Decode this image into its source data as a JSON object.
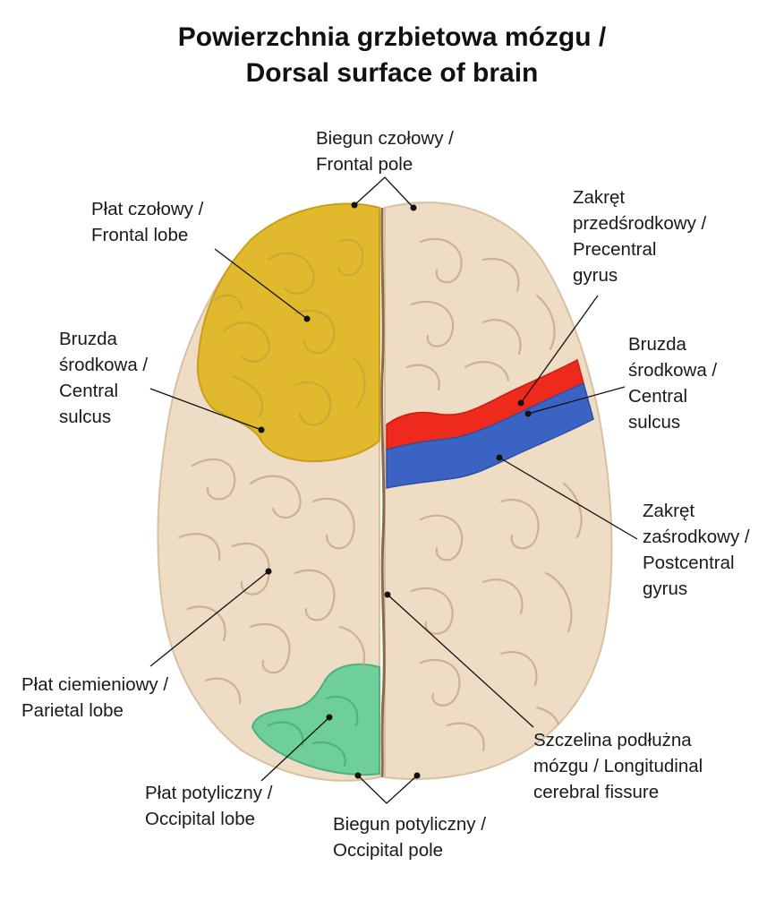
{
  "title": {
    "line1": "Powierzchnia grzbietowa mózgu /",
    "line2": "Dorsal surface of brain"
  },
  "colors": {
    "hemisphere": "#eedcc4",
    "frontal_lobe": "#e1b92c",
    "occipital_lobe": "#6fcf9b",
    "precentral_gyrus": "#ee2a1c",
    "postcentral_gyrus": "#3a63c4",
    "gyri_lines": "#c9ac8e",
    "leader_lines": "#111111"
  },
  "labels": {
    "frontal_pole": {
      "l1": "Biegun czołowy /",
      "l2": "Frontal pole"
    },
    "frontal_lobe": {
      "l1": "Płat czołowy /",
      "l2": "Frontal lobe"
    },
    "central_sulcus_left": {
      "l1": "Bruzda",
      "l2": "środkowa /",
      "l3": "Central",
      "l4": "sulcus"
    },
    "precentral_gyrus": {
      "l1": "Zakręt",
      "l2": "przedśrodkowy /",
      "l3": "Precentral",
      "l4": "gyrus"
    },
    "central_sulcus_right": {
      "l1": "Bruzda",
      "l2": "środkowa /",
      "l3": "Central",
      "l4": "sulcus"
    },
    "postcentral_gyrus": {
      "l1": "Zakręt",
      "l2": "zaśrodkowy /",
      "l3": "Postcentral",
      "l4": "gyrus"
    },
    "parietal_lobe": {
      "l1": "Płat ciemieniowy /",
      "l2": "Parietal lobe"
    },
    "longitudinal_fissure": {
      "l1": "Szczelina podłużna",
      "l2": "mózgu / Longitudinal",
      "l3": "cerebral fissure"
    },
    "occipital_lobe": {
      "l1": "Płat potyliczny /",
      "l2": "Occipital lobe"
    },
    "occipital_pole": {
      "l1": "Biegun potyliczny /",
      "l2": "Occipital pole"
    }
  }
}
